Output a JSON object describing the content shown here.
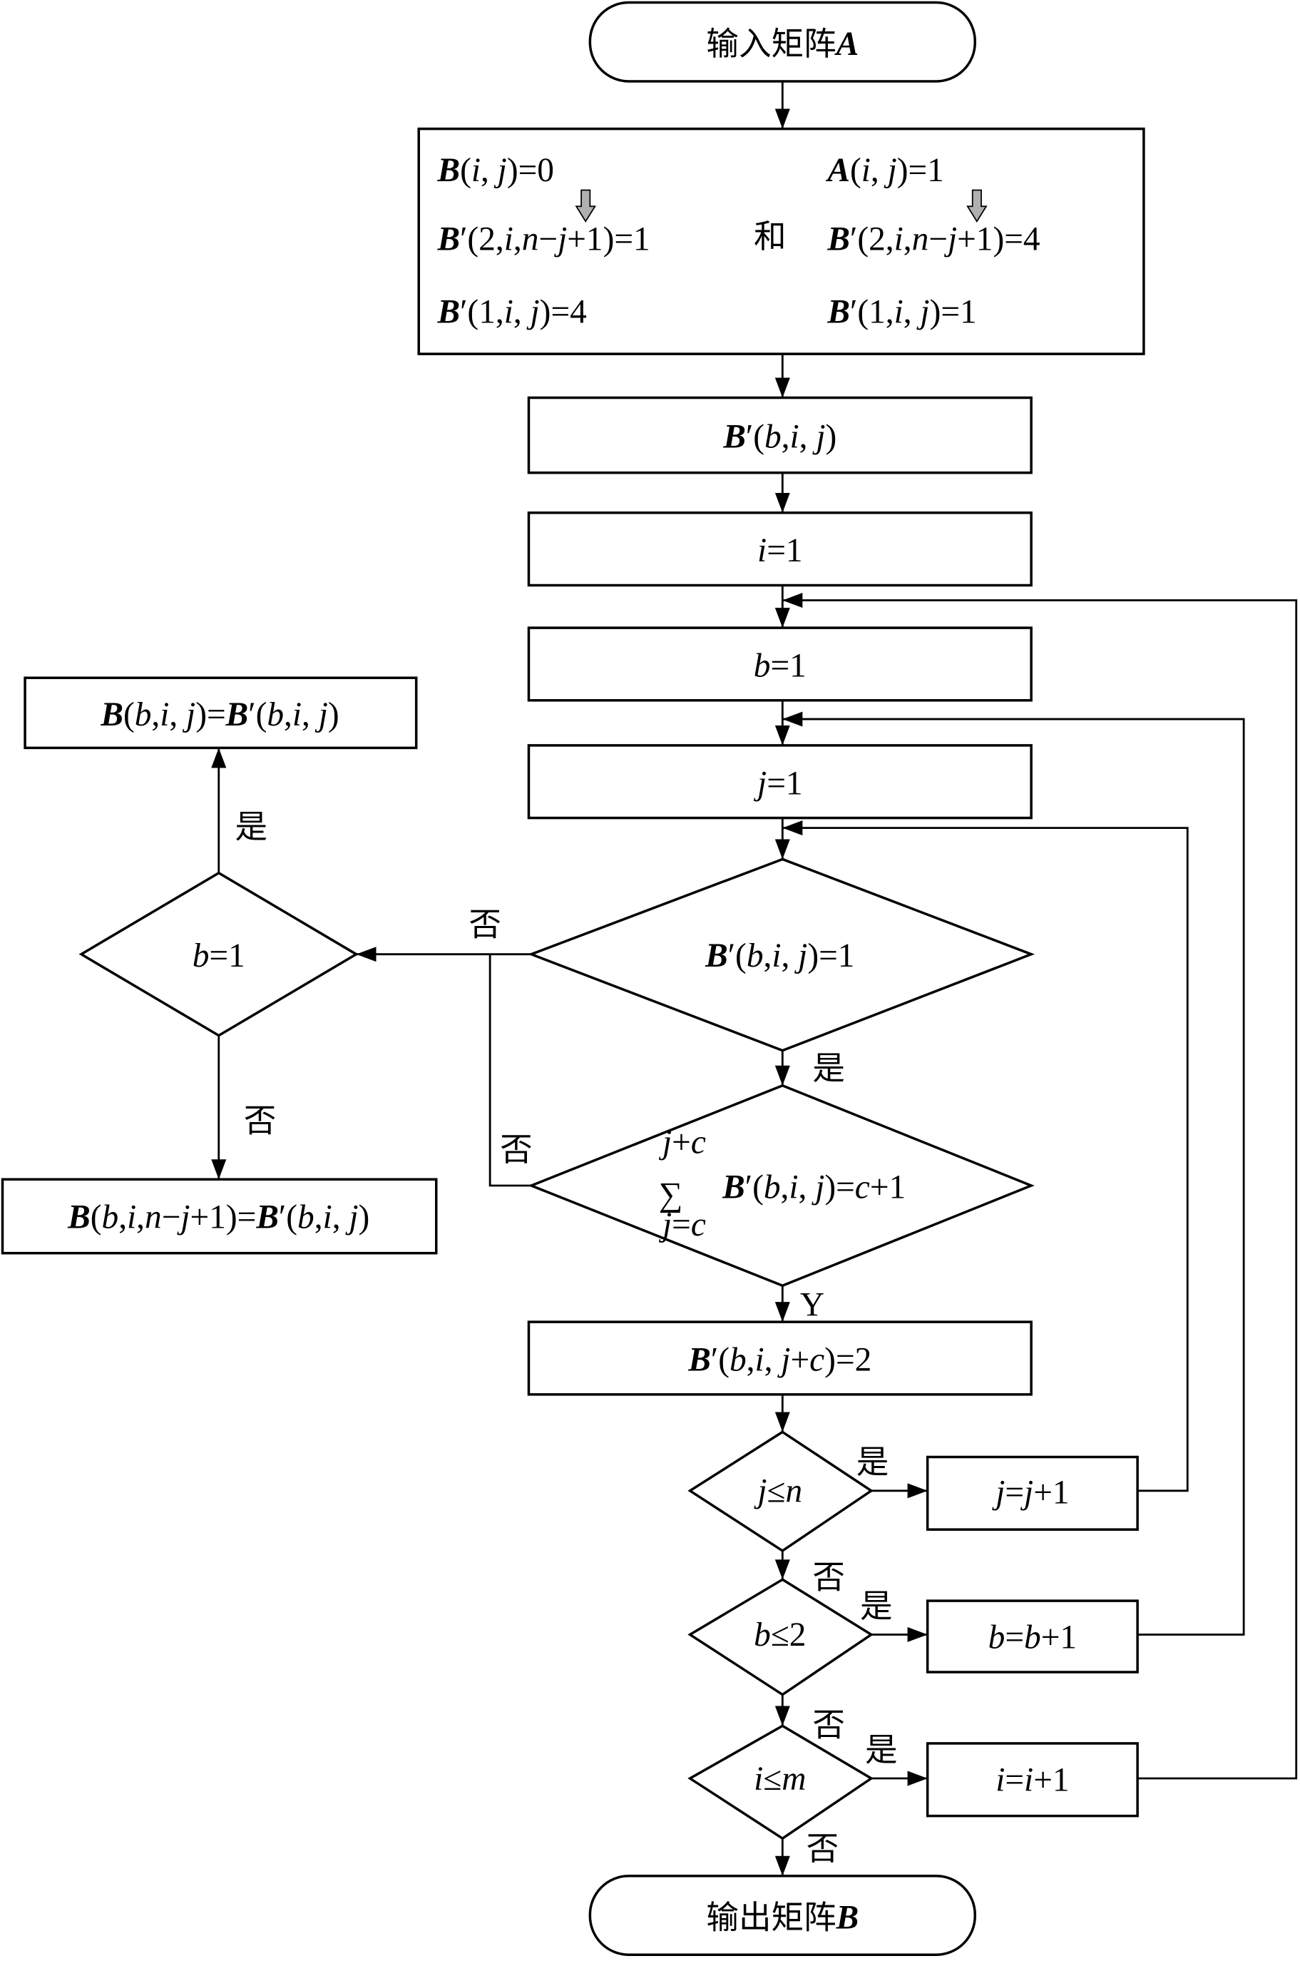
{
  "title": "Matrix transformation flowchart",
  "start": {
    "text": "输入矩阵",
    "var": "A"
  },
  "init": {
    "left": {
      "line1": [
        [
          "B",
          "bi"
        ],
        [
          "(",
          "r"
        ],
        [
          "i",
          "i"
        ],
        [
          ", ",
          "r"
        ],
        [
          "j",
          "i"
        ],
        [
          ")=0",
          "r"
        ]
      ],
      "line2": [
        [
          "B",
          "bi"
        ],
        [
          "′(2,",
          "r"
        ],
        [
          "i",
          "i"
        ],
        [
          ",",
          "r"
        ],
        [
          "n",
          "i"
        ],
        [
          "−",
          "r"
        ],
        [
          "j",
          "i"
        ],
        [
          "+1)=1",
          "r"
        ]
      ],
      "line3": [
        [
          "B",
          "bi"
        ],
        [
          "′(1,",
          "r"
        ],
        [
          "i",
          "i"
        ],
        [
          ", ",
          "r"
        ],
        [
          "j",
          "i"
        ],
        [
          ")=4",
          "r"
        ]
      ]
    },
    "and": "和",
    "right": {
      "line1": [
        [
          "A",
          "bi"
        ],
        [
          "(",
          "r"
        ],
        [
          "i",
          "i"
        ],
        [
          ", ",
          "r"
        ],
        [
          "j",
          "i"
        ],
        [
          ")=1",
          "r"
        ]
      ],
      "line2": [
        [
          "B",
          "bi"
        ],
        [
          "′(2,",
          "r"
        ],
        [
          "i",
          "i"
        ],
        [
          ",",
          "r"
        ],
        [
          "n",
          "i"
        ],
        [
          "−",
          "r"
        ],
        [
          "j",
          "i"
        ],
        [
          "+1)=4",
          "r"
        ]
      ],
      "line3": [
        [
          "B",
          "bi"
        ],
        [
          "′(1,",
          "r"
        ],
        [
          "i",
          "i"
        ],
        [
          ", ",
          "r"
        ],
        [
          "j",
          "i"
        ],
        [
          ")=1",
          "r"
        ]
      ]
    }
  },
  "boxes": {
    "bprime": [
      [
        "B",
        "bi"
      ],
      [
        "′(",
        "r"
      ],
      [
        "b",
        "i"
      ],
      [
        ",",
        "r"
      ],
      [
        "i",
        "i"
      ],
      [
        ", ",
        "r"
      ],
      [
        "j",
        "i"
      ],
      [
        ")",
        "r"
      ]
    ],
    "i1": [
      [
        "i",
        "i"
      ],
      [
        "=1",
        "r"
      ]
    ],
    "b1": [
      [
        "b",
        "i"
      ],
      [
        "=1",
        "r"
      ]
    ],
    "j1": [
      [
        "j",
        "i"
      ],
      [
        "=1",
        "r"
      ]
    ],
    "set2": [
      [
        "B",
        "bi"
      ],
      [
        "′(",
        "r"
      ],
      [
        "b",
        "i"
      ],
      [
        ",",
        "r"
      ],
      [
        "i",
        "i"
      ],
      [
        ", ",
        "r"
      ],
      [
        "j",
        "i"
      ],
      [
        "+",
        "r"
      ],
      [
        "c",
        "i"
      ],
      [
        ")=2",
        "r"
      ]
    ],
    "jinc": [
      [
        "j",
        "i"
      ],
      [
        "=",
        "r"
      ],
      [
        "j",
        "i"
      ],
      [
        "+1",
        "r"
      ]
    ],
    "binc": [
      [
        "b",
        "i"
      ],
      [
        "=",
        "r"
      ],
      [
        "b",
        "i"
      ],
      [
        "+1",
        "r"
      ]
    ],
    "iinc": [
      [
        "i",
        "i"
      ],
      [
        "=",
        "r"
      ],
      [
        "i",
        "i"
      ],
      [
        "+1",
        "r"
      ]
    ],
    "assign_same": [
      [
        "B",
        "bi"
      ],
      [
        "(",
        "r"
      ],
      [
        "b",
        "i"
      ],
      [
        ",",
        "r"
      ],
      [
        "i",
        "i"
      ],
      [
        ", ",
        "r"
      ],
      [
        "j",
        "i"
      ],
      [
        ")=",
        "r"
      ],
      [
        "B",
        "bi"
      ],
      [
        "′(",
        "r"
      ],
      [
        "b",
        "i"
      ],
      [
        ",",
        "r"
      ],
      [
        "i",
        "i"
      ],
      [
        ", ",
        "r"
      ],
      [
        "j",
        "i"
      ],
      [
        ")",
        "r"
      ]
    ],
    "assign_flip": [
      [
        "B",
        "bi"
      ],
      [
        "(",
        "r"
      ],
      [
        "b",
        "i"
      ],
      [
        ",",
        "r"
      ],
      [
        "i",
        "i"
      ],
      [
        ",",
        "r"
      ],
      [
        "n",
        "i"
      ],
      [
        "−",
        "r"
      ],
      [
        "j",
        "i"
      ],
      [
        "+1)=",
        "r"
      ],
      [
        "B",
        "bi"
      ],
      [
        "′(",
        "r"
      ],
      [
        "b",
        "i"
      ],
      [
        ",",
        "r"
      ],
      [
        "i",
        "i"
      ],
      [
        ", ",
        "r"
      ],
      [
        "j",
        "i"
      ],
      [
        ")",
        "r"
      ]
    ]
  },
  "decisions": {
    "check1": [
      [
        "B",
        "bi"
      ],
      [
        "′(",
        "r"
      ],
      [
        "b",
        "i"
      ],
      [
        ",",
        "r"
      ],
      [
        "i",
        "i"
      ],
      [
        ", ",
        "r"
      ],
      [
        "j",
        "i"
      ],
      [
        ")=1",
        "r"
      ]
    ],
    "sum": {
      "upper": [
        [
          "j",
          "i"
        ],
        [
          "+",
          "r"
        ],
        [
          "c",
          "i"
        ]
      ],
      "sigma": "∑",
      "lower": [
        [
          "j",
          "i"
        ],
        [
          "=",
          "r"
        ],
        [
          "c",
          "i"
        ]
      ],
      "body": [
        [
          "B",
          "bi"
        ],
        [
          "′(",
          "r"
        ],
        [
          "b",
          "i"
        ],
        [
          ",",
          "r"
        ],
        [
          "i",
          "i"
        ],
        [
          ", ",
          "r"
        ],
        [
          "j",
          "i"
        ],
        [
          ")=",
          "r"
        ],
        [
          "c",
          "i"
        ],
        [
          "+1",
          "r"
        ]
      ]
    },
    "jn": [
      [
        "j",
        "i"
      ],
      [
        "≤",
        "r"
      ],
      [
        "n",
        "i"
      ]
    ],
    "b2": [
      [
        "b",
        "i"
      ],
      [
        "≤2",
        "r"
      ]
    ],
    "im": [
      [
        "i",
        "i"
      ],
      [
        "≤",
        "r"
      ],
      [
        "m",
        "i"
      ]
    ],
    "beq1": [
      [
        "b",
        "i"
      ],
      [
        "=1",
        "r"
      ]
    ]
  },
  "labels": {
    "yes": "是",
    "no": "否",
    "Y": "Y"
  },
  "end": {
    "text": "输出矩阵",
    "var": "B"
  }
}
